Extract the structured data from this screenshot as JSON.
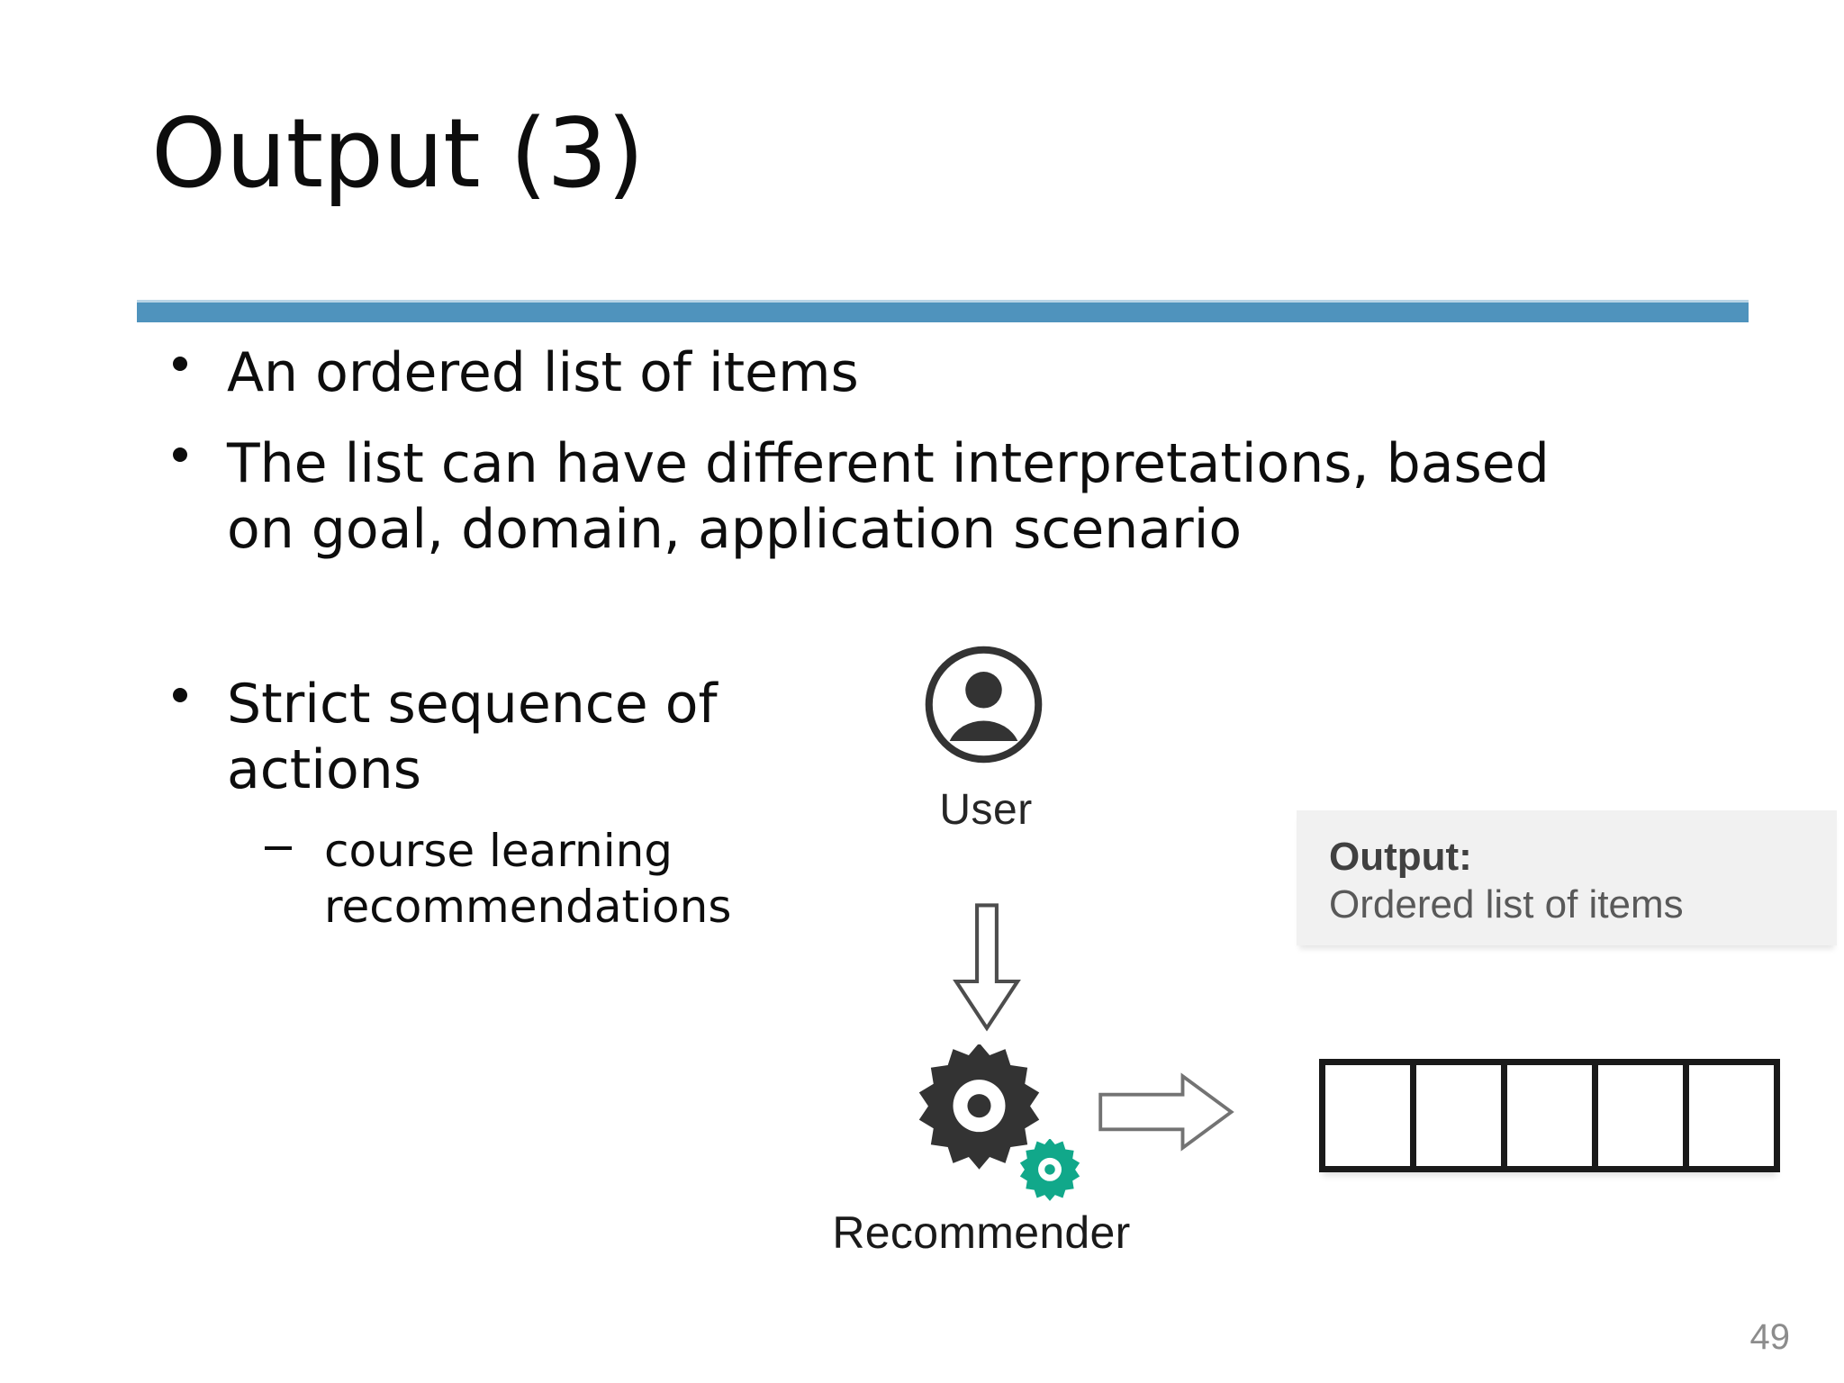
{
  "slide": {
    "title": "Output (3)",
    "page_number": "49",
    "accent_color": "#4f93bd",
    "bullets": [
      {
        "text": "An ordered list of items"
      },
      {
        "text": "The list can have different interpretations, based on goal, domain, application scenario"
      },
      {
        "text": "Strict sequence of actions"
      }
    ],
    "sub_bullets": [
      {
        "text": "course learning recommendations"
      }
    ]
  },
  "diagram": {
    "user_label": "User",
    "recommender_label": "Recommender",
    "gear_dark_color": "#333333",
    "gear_teal_color": "#11a88a",
    "output_panel": {
      "title": "Output:",
      "subtitle": "Ordered list of items",
      "background_color": "#f1f1f1"
    },
    "cells": {
      "count": 5,
      "labels": [
        "",
        "",
        "",
        "",
        ""
      ]
    },
    "arrows": [
      {
        "name": "user-to-recommender",
        "direction": "down"
      },
      {
        "name": "recommender-to-output",
        "direction": "right"
      }
    ]
  }
}
